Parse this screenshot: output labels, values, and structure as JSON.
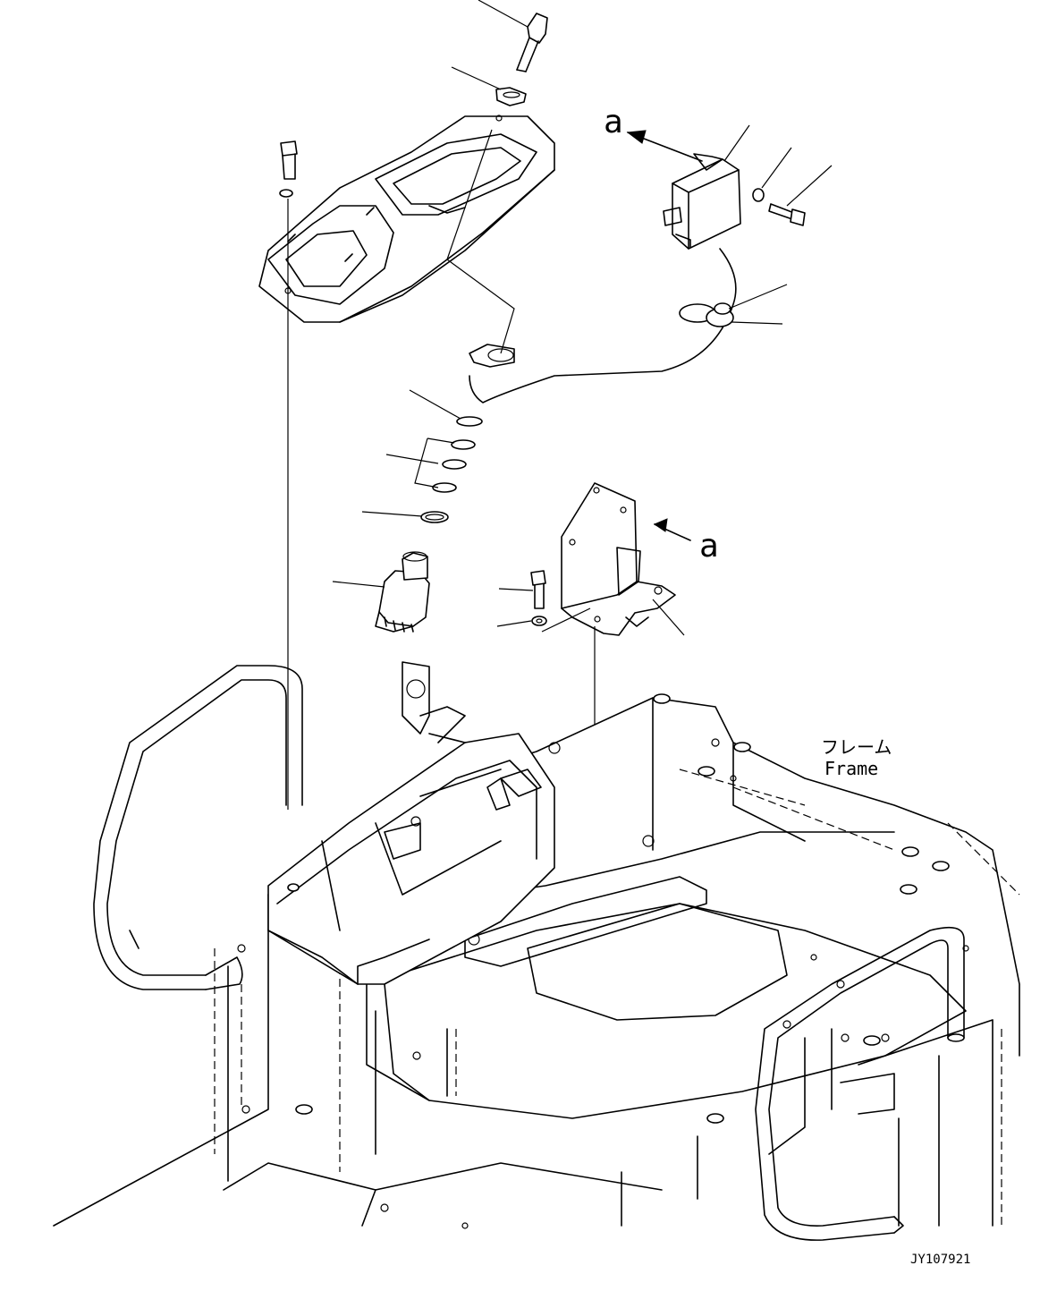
{
  "labels": {
    "view_ref_a_top": "a",
    "view_ref_a_bracket": "a",
    "frame_jp": "フレーム",
    "frame_en": "Frame",
    "drawing_id": "JY107921"
  }
}
